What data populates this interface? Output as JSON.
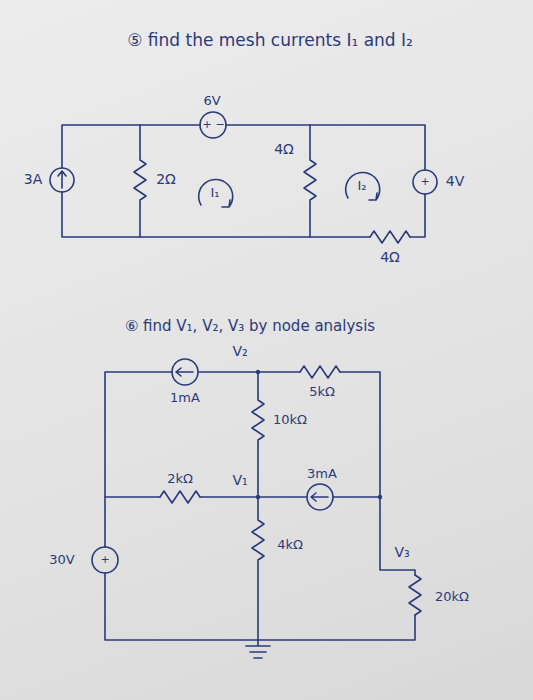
{
  "diagram": {
    "labels": [
      "⑤ find the mesh currents I₁ and I₂",
      "6V",
      "+",
      "−",
      "3A",
      "2Ω",
      "I₁",
      "4Ω",
      "I₂",
      "+",
      "4V",
      "4Ω",
      "⑥ find V₁, V₂, V₃ by node analysis",
      "V₂",
      "1mA",
      "5kΩ",
      "10kΩ",
      "2kΩ",
      "V₁",
      "3mA",
      "V₃",
      "4kΩ",
      "+",
      "30V",
      "20kΩ"
    ]
  }
}
